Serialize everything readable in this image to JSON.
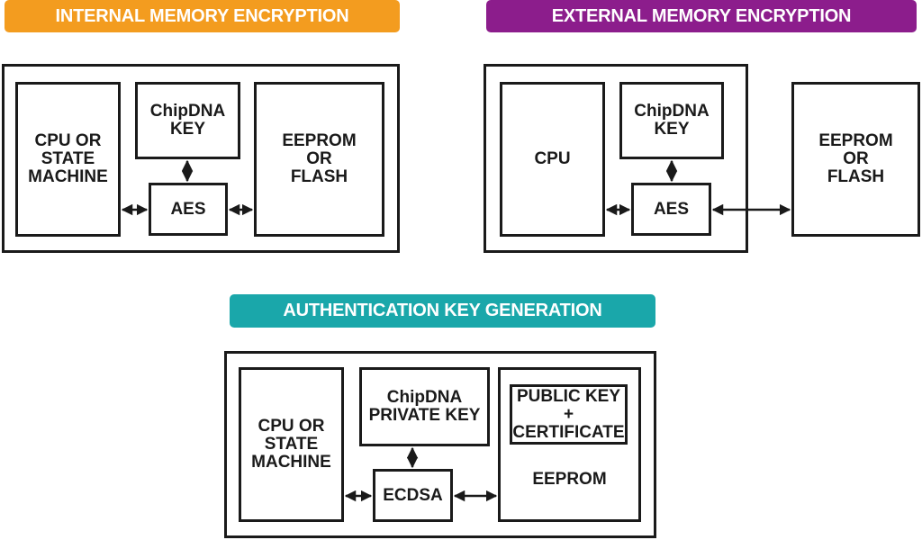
{
  "internal": {
    "title": "INTERNAL MEMORY ENCRYPTION",
    "cpu": "CPU OR\nSTATE\nMACHINE",
    "key": "ChipDNA\nKEY",
    "aes": "AES",
    "memory": "EEPROM\nOR\nFLASH"
  },
  "external": {
    "title": "EXTERNAL MEMORY ENCRYPTION",
    "cpu": "CPU",
    "key": "ChipDNA\nKEY",
    "aes": "AES",
    "memory": "EEPROM\nOR\nFLASH"
  },
  "authentication": {
    "title": "AUTHENTICATION KEY GENERATION",
    "cpu": "CPU OR\nSTATE\nMACHINE",
    "key": "ChipDNA\nPRIVATE KEY",
    "ecdsa": "ECDSA",
    "certificate": "PUBLIC KEY +\nCERTIFICATE",
    "memory": "EEPROM"
  },
  "colors": {
    "internal_banner": "#f39c1f",
    "external_banner": "#8c1d8c",
    "authentication_banner": "#1aa7aa",
    "line": "#1a1a1a"
  }
}
